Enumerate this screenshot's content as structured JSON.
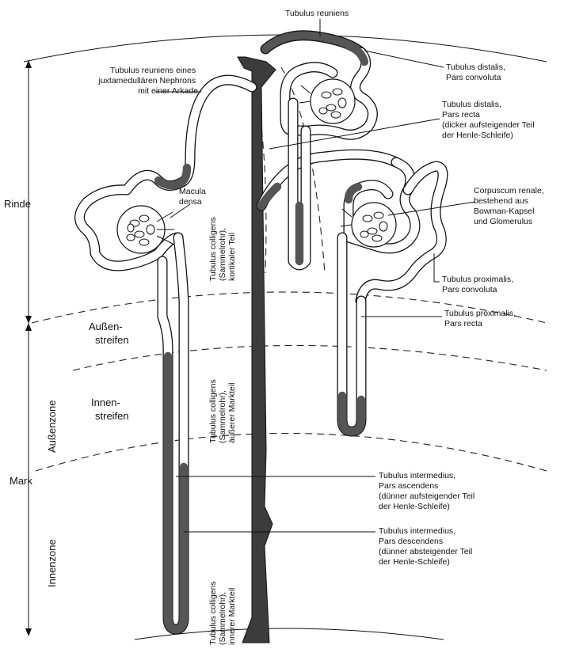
{
  "labels": {
    "tubulus_reuniens_top": "Tubulus reuniens",
    "reuniens_juxta": [
      "Tubulus reuniens eines",
      "juxtamedullären Nephrons",
      "mit einer Arkade"
    ],
    "distalis_convoluta": [
      "Tubulus distalis,",
      "Pars convoluta"
    ],
    "distalis_recta": [
      "Tubulus distalis,",
      "Pars recta",
      "(dicker aufsteigender Teil",
      "der Henle-Schleife)"
    ],
    "corpusculum": [
      "Corpuscum renale,",
      "bestehend aus",
      "Bowman-Kapsel",
      "und Glomerulus"
    ],
    "proximalis_convoluta": [
      "Tubulus proximalis,",
      "Pars convoluta"
    ],
    "proximalis_recta": [
      "Tubulus proximalis,",
      "Pars recta"
    ],
    "intermedius_ascendens": [
      "Tubulus intermedius,",
      "Pars ascendens",
      "(dünner aufsteigender Teil",
      "der Henle-Schleife)"
    ],
    "intermedius_descendens": [
      "Tubulus intermedius,",
      "Pars descendens",
      "(dünner absteigender Teil",
      "der Henle-Schleife)"
    ],
    "macula_densa": [
      "Macula",
      "densa"
    ],
    "colligens_cortical": [
      "Tubulus colligens",
      "(Sammelrohr),",
      "kortikaler Teil"
    ],
    "colligens_outer": [
      "Tubulus colligens",
      "(Sammelrohr),",
      "äußerer Markteil"
    ],
    "colligens_inner": [
      "Tubulus colligens",
      "(Sammelrohr),",
      "innerer Markteil"
    ]
  },
  "zones": {
    "rinde": "Rinde",
    "mark": "Mark",
    "aussenzone": "Außenzone",
    "innenzone": "Innenzone",
    "aussenstreifen": [
      "Außen-",
      "streifen"
    ],
    "innenstreifen": [
      "Innen-",
      "streifen"
    ]
  }
}
